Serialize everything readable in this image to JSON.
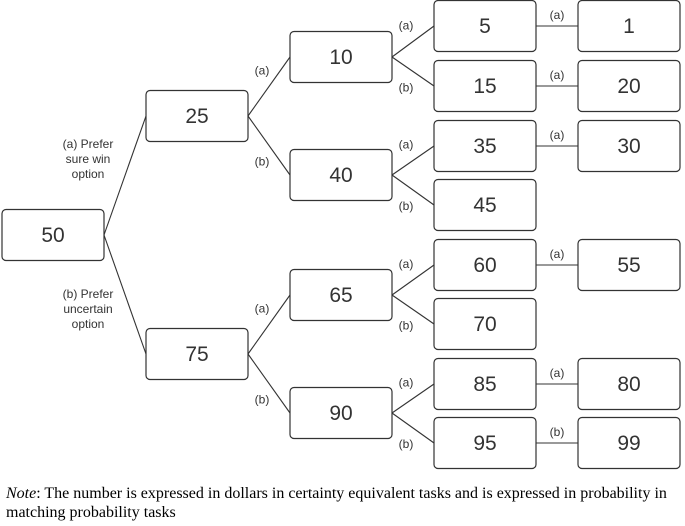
{
  "tree": {
    "nodes": [
      {
        "id": "n50",
        "label": "50"
      },
      {
        "id": "n25",
        "label": "25"
      },
      {
        "id": "n75",
        "label": "75"
      },
      {
        "id": "n10",
        "label": "10"
      },
      {
        "id": "n40",
        "label": "40"
      },
      {
        "id": "n65",
        "label": "65"
      },
      {
        "id": "n90",
        "label": "90"
      },
      {
        "id": "n5",
        "label": "5"
      },
      {
        "id": "n15",
        "label": "15"
      },
      {
        "id": "n35",
        "label": "35"
      },
      {
        "id": "n45",
        "label": "45"
      },
      {
        "id": "n60",
        "label": "60"
      },
      {
        "id": "n70",
        "label": "70"
      },
      {
        "id": "n85",
        "label": "85"
      },
      {
        "id": "n95",
        "label": "95"
      },
      {
        "id": "n1",
        "label": "1"
      },
      {
        "id": "n20",
        "label": "20"
      },
      {
        "id": "n30",
        "label": "30"
      },
      {
        "id": "n55",
        "label": "55"
      },
      {
        "id": "n80",
        "label": "80"
      },
      {
        "id": "n99",
        "label": "99"
      }
    ],
    "edges": [
      {
        "from": "n50",
        "to": "n25",
        "label": "(a) Prefer sure win option",
        "lines": [
          "(a) Prefer",
          "sure win",
          "option"
        ]
      },
      {
        "from": "n50",
        "to": "n75",
        "label": "(b) Prefer uncertain option",
        "lines": [
          "(b) Prefer",
          "uncertain",
          "option"
        ]
      },
      {
        "from": "n25",
        "to": "n10",
        "label": "(a)"
      },
      {
        "from": "n25",
        "to": "n40",
        "label": "(b)"
      },
      {
        "from": "n75",
        "to": "n65",
        "label": "(a)"
      },
      {
        "from": "n75",
        "to": "n90",
        "label": "(b)"
      },
      {
        "from": "n10",
        "to": "n5",
        "label": "(a)"
      },
      {
        "from": "n10",
        "to": "n15",
        "label": "(b)"
      },
      {
        "from": "n40",
        "to": "n35",
        "label": "(a)"
      },
      {
        "from": "n40",
        "to": "n45",
        "label": "(b)"
      },
      {
        "from": "n65",
        "to": "n60",
        "label": "(a)"
      },
      {
        "from": "n65",
        "to": "n70",
        "label": "(b)"
      },
      {
        "from": "n90",
        "to": "n85",
        "label": "(a)"
      },
      {
        "from": "n90",
        "to": "n95",
        "label": "(b)"
      },
      {
        "from": "n5",
        "to": "n1",
        "label": "(a)"
      },
      {
        "from": "n15",
        "to": "n20",
        "label": "(a)"
      },
      {
        "from": "n35",
        "to": "n30",
        "label": "(a)"
      },
      {
        "from": "n60",
        "to": "n55",
        "label": "(a)"
      },
      {
        "from": "n85",
        "to": "n80",
        "label": "(a)"
      },
      {
        "from": "n95",
        "to": "n99",
        "label": "(b)"
      }
    ]
  },
  "note": {
    "label": "Note",
    "text": ": The number is expressed in dollars in certainty equivalent tasks and is expressed in probability in matching probability tasks"
  }
}
